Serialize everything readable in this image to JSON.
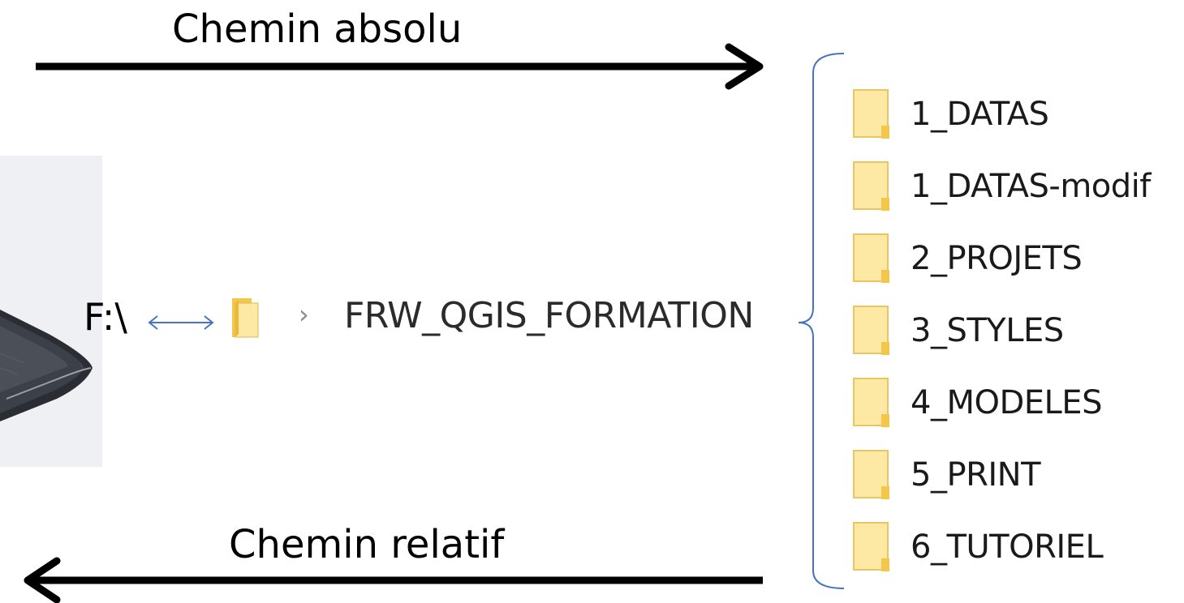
{
  "labels": {
    "absolute": "Chemin absolu",
    "relative": "Chemin relatif"
  },
  "drive": {
    "label": "F:\\"
  },
  "breadcrumb": {
    "folder_icon": "folder-icon",
    "chevron": "›",
    "current": "FRW_QGIS_FORMATION"
  },
  "folders": [
    {
      "name": "1_DATAS"
    },
    {
      "name": "1_DATAS-modif"
    },
    {
      "name": "2_PROJETS"
    },
    {
      "name": "3_STYLES"
    },
    {
      "name": "4_MODELES"
    },
    {
      "name": "5_PRINT"
    },
    {
      "name": "6_TUTORIEL"
    }
  ],
  "colors": {
    "folder_fill": "#f8d775",
    "folder_light": "#fde9a4",
    "connector": "#4472c4",
    "arrow": "#000000"
  }
}
